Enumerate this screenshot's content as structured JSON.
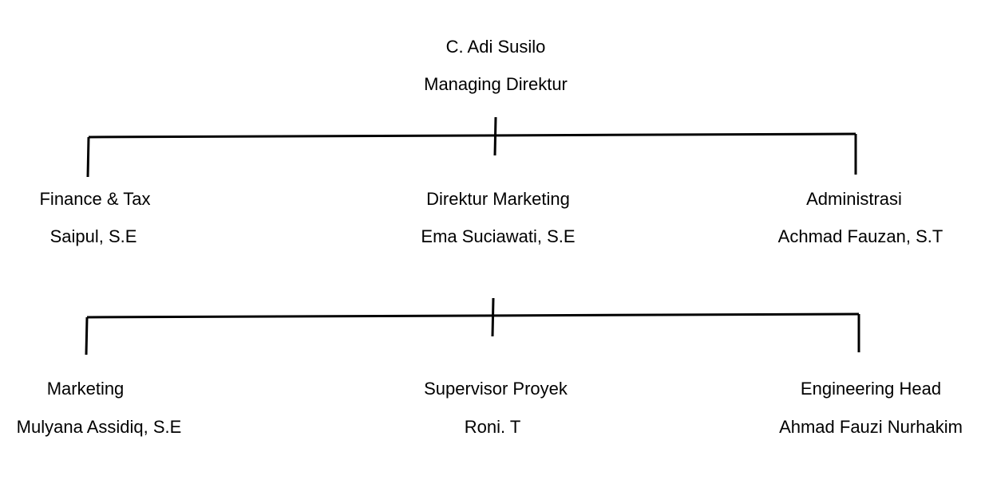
{
  "diagram": {
    "top": {
      "name": "C. Adi Susilo",
      "title": "Managing Direktur"
    },
    "level2": [
      {
        "title": "Finance & Tax",
        "name": "Saipul, S.E"
      },
      {
        "title": "Direktur Marketing",
        "name": "Ema Suciawati, S.E"
      },
      {
        "title": "Administrasi",
        "name": "Achmad Fauzan, S.T"
      }
    ],
    "level3": [
      {
        "title": "Marketing",
        "name": "Mulyana Assidiq, S.E"
      },
      {
        "title": "Supervisor Proyek",
        "name": "Roni. T"
      },
      {
        "title": "Engineering Head",
        "name": "Ahmad Fauzi Nurhakim"
      }
    ],
    "line_color": "#000000"
  }
}
